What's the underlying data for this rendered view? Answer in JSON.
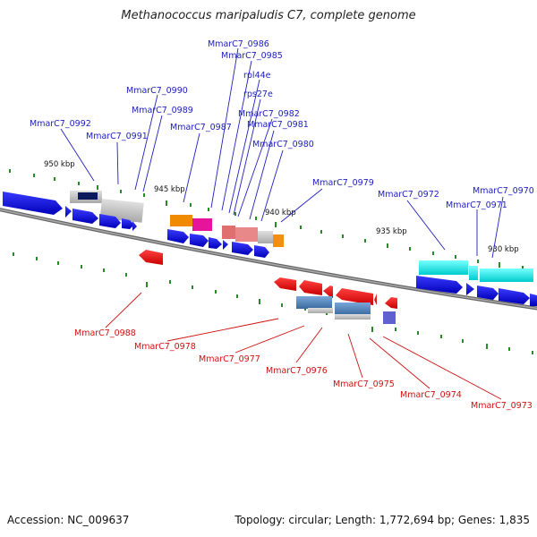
{
  "title": "Methanococcus maripaludis C7, complete genome",
  "footer": {
    "accession": "Accession: NC_009637",
    "summary": "Topology: circular; Length: 1,772,694 bp; Genes: 1,835"
  },
  "scale_labels": [
    "950 kbp",
    "945 kbp",
    "940 kbp",
    "935 kbp",
    "930 kbp"
  ],
  "top_labels": [
    "MmarC7_0986",
    "MmarC7_0985",
    "rpl44e",
    "rps27e",
    "MmarC7_0990",
    "MmarC7_0989",
    "MmarC7_0982",
    "MmarC7_0981",
    "MmarC7_0992",
    "MmarC7_0991",
    "MmarC7_0987",
    "MmarC7_0980",
    "MmarC7_0979",
    "MmarC7_0972",
    "MmarC7_0970",
    "MmarC7_0971"
  ],
  "bottom_labels": [
    "MmarC7_0988",
    "MmarC7_0978",
    "MmarC7_0977",
    "MmarC7_0976",
    "MmarC7_0975",
    "MmarC7_0974",
    "MmarC7_0973"
  ],
  "colors": {
    "forward_label": "#2020c0",
    "reverse_label": "#d01010",
    "backbone": "#777777",
    "tick": "#2a8a2a"
  }
}
